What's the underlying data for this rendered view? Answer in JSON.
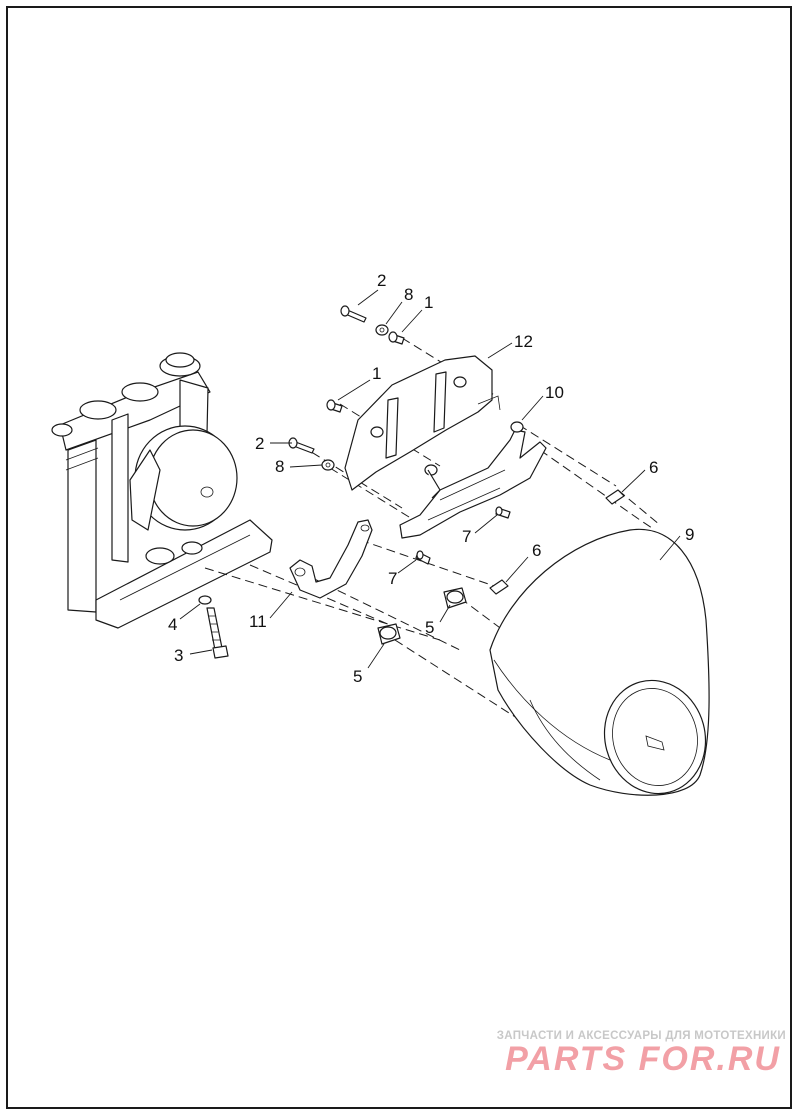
{
  "callouts": {
    "c1a": "1",
    "c1b": "1",
    "c2a": "2",
    "c2b": "2",
    "c3": "3",
    "c4": "4",
    "c5a": "5",
    "c5b": "5",
    "c6a": "6",
    "c6b": "6",
    "c7a": "7",
    "c7b": "7",
    "c8a": "8",
    "c8b": "8",
    "c9": "9",
    "c10": "10",
    "c11": "11",
    "c12": "12"
  },
  "watermark": {
    "tagline": "ЗАПЧАСТИ И АКСЕССУАРЫ ДЛЯ МОТОТЕХНИКИ",
    "logo": "PARTS FOR.RU",
    "logo_color": "#f2a0a6"
  }
}
